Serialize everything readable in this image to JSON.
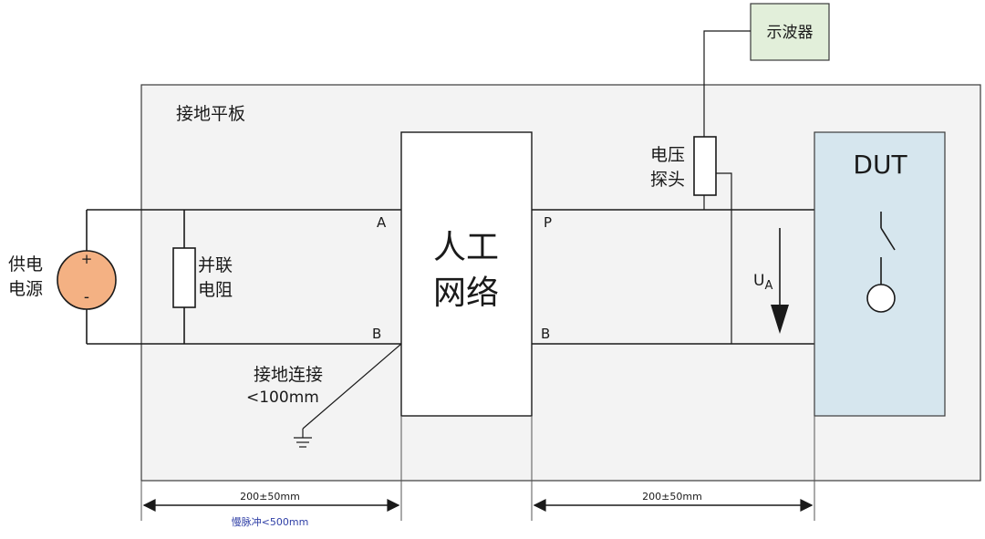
{
  "oscilloscope": {
    "label": "示波器"
  },
  "ground_plane": {
    "label": "接地平板"
  },
  "power_supply": {
    "label_line1": "供电",
    "label_line2": "电源",
    "plus": "+",
    "minus": "-"
  },
  "shunt_resistor": {
    "label_line1": "并联",
    "label_line2": "电阻"
  },
  "network": {
    "label_line1": "人工",
    "label_line2": "网络",
    "terminal_a": "A",
    "terminal_b_left": "B",
    "terminal_p": "P",
    "terminal_b_right": "B"
  },
  "voltage_probe": {
    "label_line1": "电压",
    "label_line2": "探头"
  },
  "dut": {
    "label": "DUT"
  },
  "voltage": {
    "symbol": "U",
    "subscript": "A"
  },
  "ground_connection": {
    "label_line1": "接地连接",
    "label_line2": "<100mm"
  },
  "dimensions": {
    "left": "200±50mm",
    "left_note": "慢脉冲<500mm",
    "right": "200±50mm"
  },
  "colors": {
    "ground_plane_fill": "#f3f3f3",
    "oscilloscope_fill": "#e2efda",
    "dut_fill": "#d6e6ee",
    "power_supply_fill": "#f4b183",
    "note_blue": "#2f3fa6"
  }
}
